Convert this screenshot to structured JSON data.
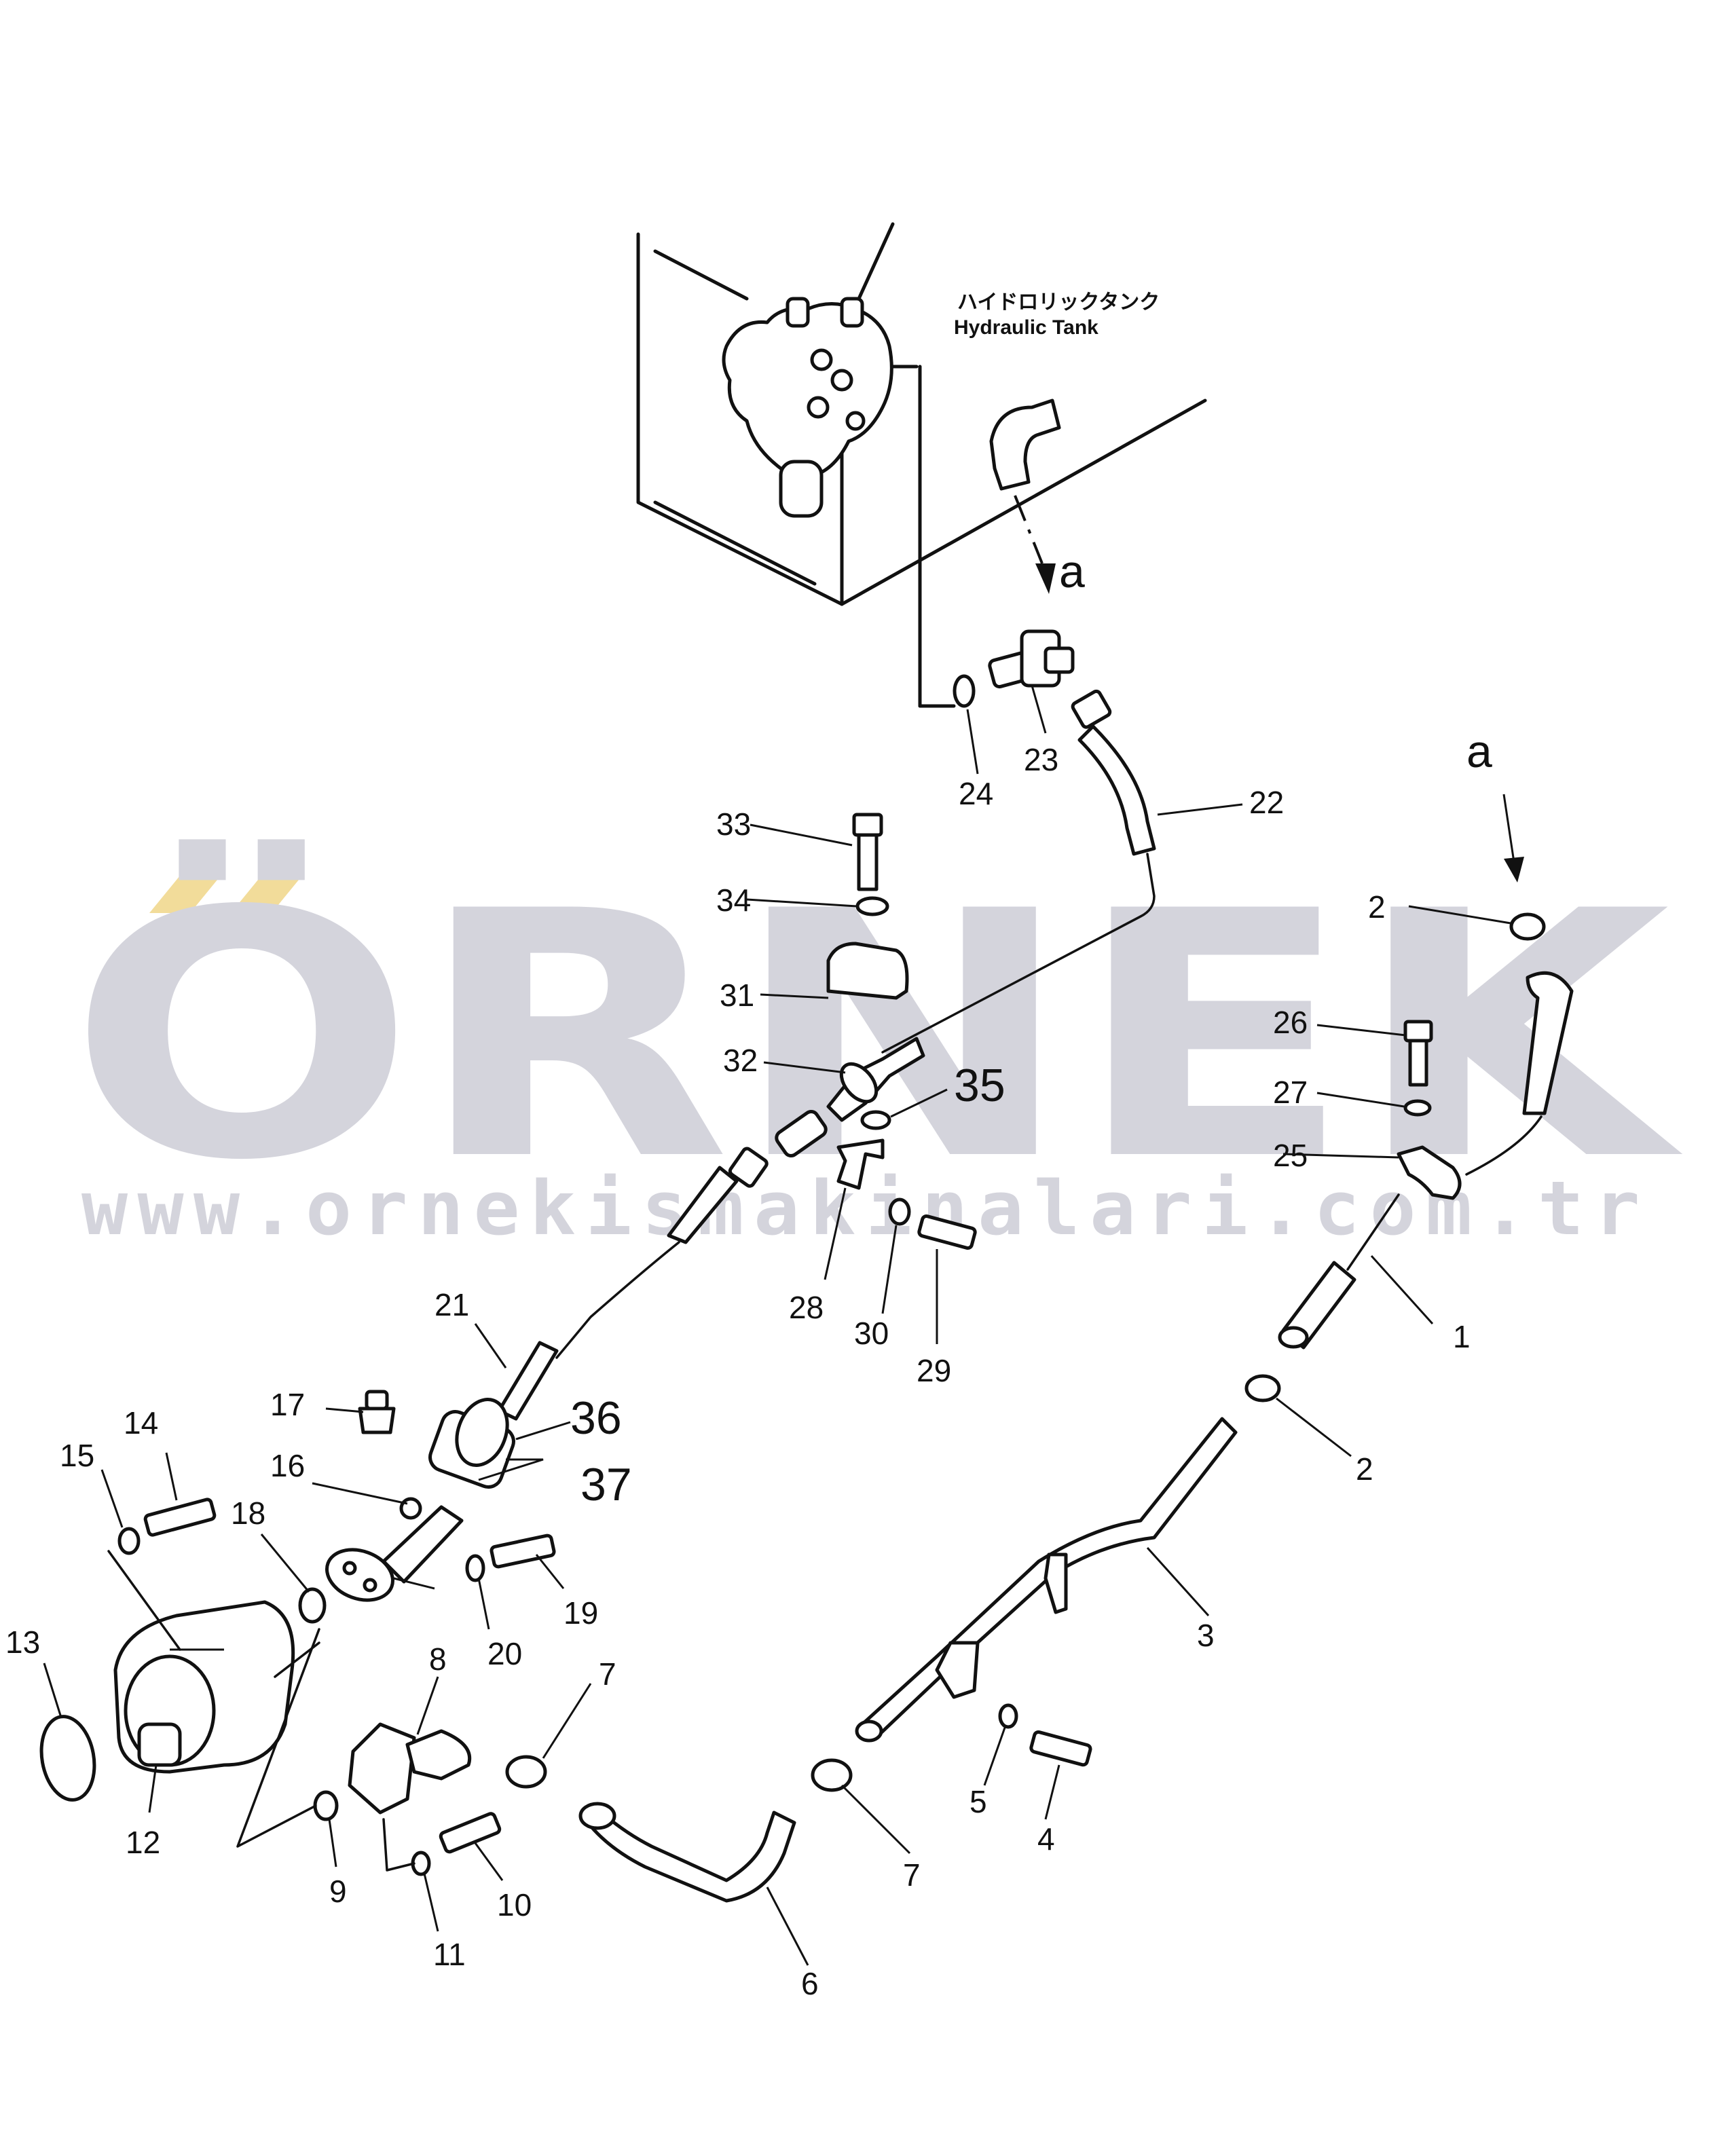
{
  "watermark": {
    "brand": "ÖRNEK",
    "url": "www.ornekismakinalari.com.tr",
    "brand_color": "#d4d4dc",
    "accent_color": "#f2dc9a"
  },
  "tank_label": {
    "japanese": "ハイドロリックタンク",
    "english": "Hydraulic  Tank"
  },
  "view_marks": [
    "a",
    "a"
  ],
  "callouts": [
    "1",
    "2",
    "2",
    "3",
    "4",
    "5",
    "6",
    "7",
    "7",
    "8",
    "9",
    "10",
    "11",
    "12",
    "13",
    "14",
    "15",
    "16",
    "17",
    "18",
    "19",
    "20",
    "21",
    "22",
    "23",
    "24",
    "25",
    "26",
    "27",
    "28",
    "29",
    "30",
    "31",
    "32",
    "33",
    "34",
    "35",
    "36",
    "37"
  ]
}
